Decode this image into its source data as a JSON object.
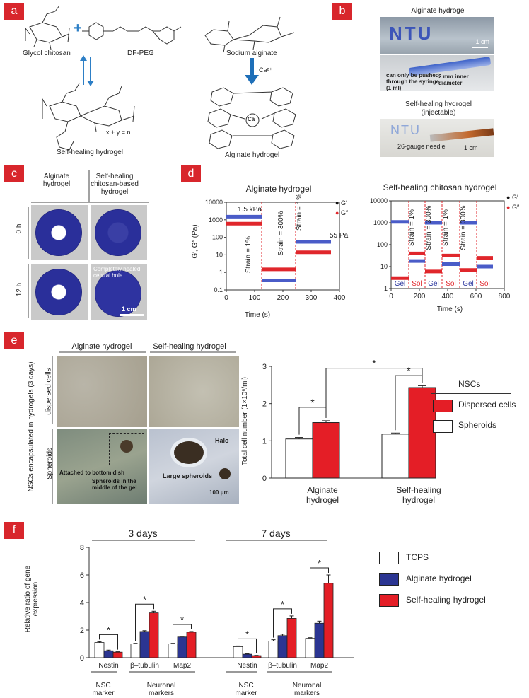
{
  "panels": {
    "a": {
      "badge": "a",
      "glycol_chitosan": "Glycol chitosan",
      "df_peg": "DF-PEG",
      "sodium_alginate": "Sodium alginate",
      "self_healing_hydrogel": "Self-healing hydrogel",
      "alginate_hydrogel": "Alginate hydrogel",
      "ca_ion": "Ca²⁺",
      "ca_center": "Ca",
      "xy_eq": "x + y = n"
    },
    "b": {
      "badge": "b",
      "alginate_title": "Alginate hydrogel",
      "ntu": "NTU",
      "scale_1cm_top": "1 cm",
      "inner_diameter": "2 mm inner diameter",
      "syringe_note": "can only be pushed through the syringe (1 ml)",
      "selfheal_title": "Self-healing hydrogel",
      "injectable": "(injectable)",
      "needle": "26-gauge needle",
      "scale_1cm_bottom": "1 cm"
    },
    "c": {
      "badge": "c",
      "col1": "Alginate hydrogel",
      "col2": "Self-healing chitosan-based hydrogel",
      "row1": "0 h",
      "row2": "12 h",
      "healed_note": "Completely healed central hole",
      "scale": "1 cm"
    },
    "d": {
      "badge": "d",
      "title_left": "Alginate hydrogel",
      "title_right": "Self-healing chitosan hydrogel",
      "ylabel": "G′, G″ (Pa)",
      "xlabel": "Time (s)",
      "legend_gp": "G′",
      "legend_gpp": "G″",
      "ann_1_5kpa": "1.5 kPa",
      "ann_55pa": "55 Pa",
      "strain1": "Strain = 1%",
      "strain300": "Strain = 300%",
      "gel": "Gel",
      "sol": "Sol"
    },
    "e": {
      "badge": "e",
      "col1": "Alginate  hydrogel",
      "col2": "Self-healing hydrogel",
      "side_label": "NSCs encapsulated in hydrogels (3 days)",
      "row1": "dispersed cells",
      "row2": "Spheroids",
      "ann_attached": "Attached to bottom dish",
      "ann_middle": "Spheroids in the middle of the gel",
      "ann_halo": "Halo",
      "ann_large": "Large spheroids",
      "scale": "100 μm",
      "legend_title": "NSCs",
      "legend_dispersed": "Dispersed cells",
      "legend_spheroids": "Spheroids"
    },
    "f": {
      "badge": "f",
      "title_3d": "3 days",
      "title_7d": "7 days",
      "nsc_marker": "NSC marker",
      "neuronal_markers": "Neuronal markers",
      "legend_tcps": "TCPS",
      "legend_alg": "Alginate hydrogel",
      "legend_sh": "Self-healing hydrogel"
    }
  },
  "colors": {
    "badge": "#d8262c",
    "blue": "#2e3aa0",
    "red": "#e0262b",
    "bar_red": "#e41e26",
    "bar_blue": "#2b3592",
    "alg_blue": "#4a5cc8",
    "dye_blue": "#2a2f9a"
  },
  "chart_data": [
    {
      "id": "d-left",
      "type": "scatter",
      "title": "Alginate hydrogel",
      "xlabel": "Time (s)",
      "ylabel": "G′, G″ (Pa)",
      "xlim": [
        0,
        400
      ],
      "xticks": [
        0,
        100,
        200,
        300,
        400
      ],
      "ylim": [
        0.1,
        10000
      ],
      "yscale": "log",
      "yticks": [
        0.1,
        1,
        10,
        100,
        1000,
        10000
      ],
      "ytick_labels": [
        "0.1",
        "1",
        "10",
        "100",
        "1000",
        "10000"
      ],
      "segment_boundaries": [
        125,
        245
      ],
      "series": [
        {
          "name": "G′",
          "segments": [
            {
              "x": [
                0,
                125
              ],
              "y": 1500
            },
            {
              "x": [
                125,
                245
              ],
              "y": 0.35
            },
            {
              "x": [
                245,
                370
              ],
              "y": 55
            }
          ]
        },
        {
          "name": "G″",
          "segments": [
            {
              "x": [
                0,
                125
              ],
              "y": 600
            },
            {
              "x": [
                125,
                245
              ],
              "y": 1.5
            },
            {
              "x": [
                245,
                370
              ],
              "y": 14
            }
          ]
        }
      ]
    },
    {
      "id": "d-right",
      "type": "scatter",
      "title": "Self-healing chitosan hydrogel",
      "xlabel": "Time (s)",
      "xlim": [
        0,
        800
      ],
      "xticks": [
        0,
        200,
        400,
        600,
        800
      ],
      "ylim": [
        1,
        10000
      ],
      "yscale": "log",
      "yticks": [
        1,
        10,
        100,
        1000,
        10000
      ],
      "ytick_labels": [
        "1",
        "10",
        "100",
        "1000",
        "10000"
      ],
      "segment_boundaries": [
        125,
        240,
        360,
        485,
        605
      ],
      "series": [
        {
          "name": "G′",
          "segments": [
            {
              "x": [
                0,
                125
              ],
              "y": 1100
            },
            {
              "x": [
                125,
                240
              ],
              "y": 18
            },
            {
              "x": [
                240,
                360
              ],
              "y": 1000
            },
            {
              "x": [
                360,
                485
              ],
              "y": 13
            },
            {
              "x": [
                485,
                605
              ],
              "y": 1000
            },
            {
              "x": [
                605,
                720
              ],
              "y": 10
            }
          ]
        },
        {
          "name": "G″",
          "segments": [
            {
              "x": [
                0,
                125
              ],
              "y": 3
            },
            {
              "x": [
                125,
                240
              ],
              "y": 40
            },
            {
              "x": [
                240,
                360
              ],
              "y": 6
            },
            {
              "x": [
                360,
                485
              ],
              "y": 32
            },
            {
              "x": [
                485,
                605
              ],
              "y": 7
            },
            {
              "x": [
                605,
                720
              ],
              "y": 25
            }
          ]
        }
      ],
      "phase_labels": [
        "Gel",
        "Sol",
        "Gel",
        "Sol",
        "Gel",
        "Sol"
      ]
    },
    {
      "id": "e-bar",
      "type": "bar",
      "ylabel": "Total cell number (1×10⁶/ml)",
      "ylim": [
        0,
        3
      ],
      "yticks": [
        0,
        1,
        2,
        3
      ],
      "categories": [
        "Alginate hydrogel",
        "Self-healing hydrogel"
      ],
      "series": [
        {
          "name": "Spheroids",
          "values": [
            1.05,
            1.18
          ],
          "errors": [
            0.04,
            0.03
          ]
        },
        {
          "name": "Dispersed cells",
          "values": [
            1.49,
            2.43
          ],
          "errors": [
            0.05,
            0.05
          ]
        }
      ],
      "significance": [
        "*",
        "*",
        "*"
      ]
    },
    {
      "id": "f-bar",
      "type": "bar",
      "ylabel": "Relative ratio of gene expression",
      "ylim": [
        0,
        8
      ],
      "yticks": [
        0,
        2,
        4,
        6,
        8
      ],
      "groups": [
        {
          "title": "3 days",
          "categories": [
            "Nestin",
            "β–tubulin",
            "Map2"
          ]
        },
        {
          "title": "7 days",
          "categories": [
            "Nestin",
            "β–tubulin",
            "Map2"
          ]
        }
      ],
      "series": [
        {
          "name": "TCPS",
          "values": [
            1.1,
            1.0,
            1.0,
            0.8,
            1.2,
            1.4
          ],
          "errors": [
            0.06,
            0.04,
            0.04,
            0.05,
            0.1,
            0.05
          ]
        },
        {
          "name": "Alginate hydrogel",
          "values": [
            0.5,
            1.9,
            1.5,
            0.25,
            1.6,
            2.5
          ],
          "errors": [
            0.05,
            0.06,
            0.05,
            0.03,
            0.1,
            0.15
          ]
        },
        {
          "name": "Self-healing hydrogel",
          "values": [
            0.4,
            3.25,
            1.85,
            0.15,
            2.85,
            5.4
          ],
          "errors": [
            0.03,
            0.12,
            0.05,
            0.02,
            0.18,
            0.6
          ]
        }
      ],
      "significance": [
        "*",
        "*",
        "*",
        "*",
        "*",
        "*"
      ]
    }
  ]
}
